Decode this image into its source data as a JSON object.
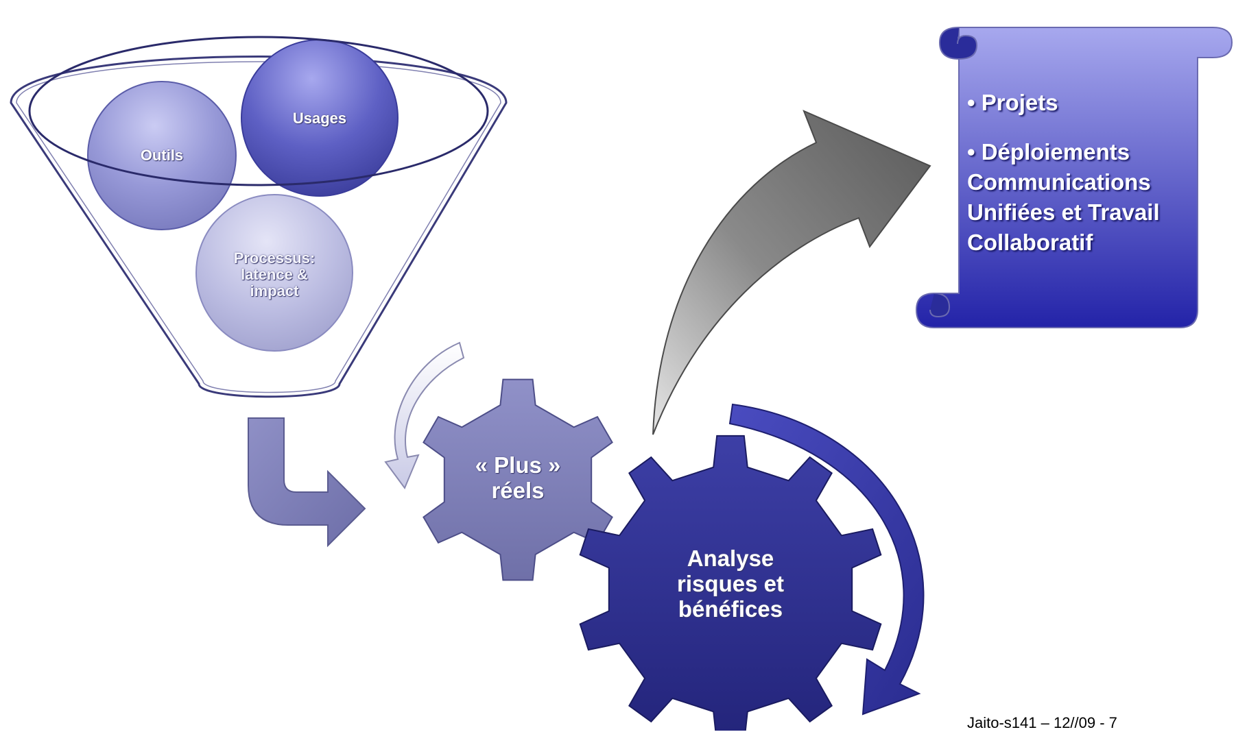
{
  "funnel": {
    "circles": {
      "tools": "Outils",
      "usages": "Usages",
      "process": [
        "Processus:",
        "latence &",
        "impact"
      ]
    }
  },
  "gears": {
    "small": [
      "« Plus »",
      "réels"
    ],
    "large": [
      "Analyse",
      "risques et",
      "bénéfices"
    ]
  },
  "scroll": {
    "items": [
      "• Projets",
      "• Déploiements Communications Unifiées et Travail Collaboratif"
    ]
  },
  "footer": "Jaito-s141 – 12//09 - 7",
  "colors": {
    "gear_small": "#7f80b8",
    "gear_large": "#2d2d8f",
    "scroll_top": "#a7a8ee",
    "scroll_bottom": "#2323a8",
    "arrow": "#6a6a6a"
  }
}
